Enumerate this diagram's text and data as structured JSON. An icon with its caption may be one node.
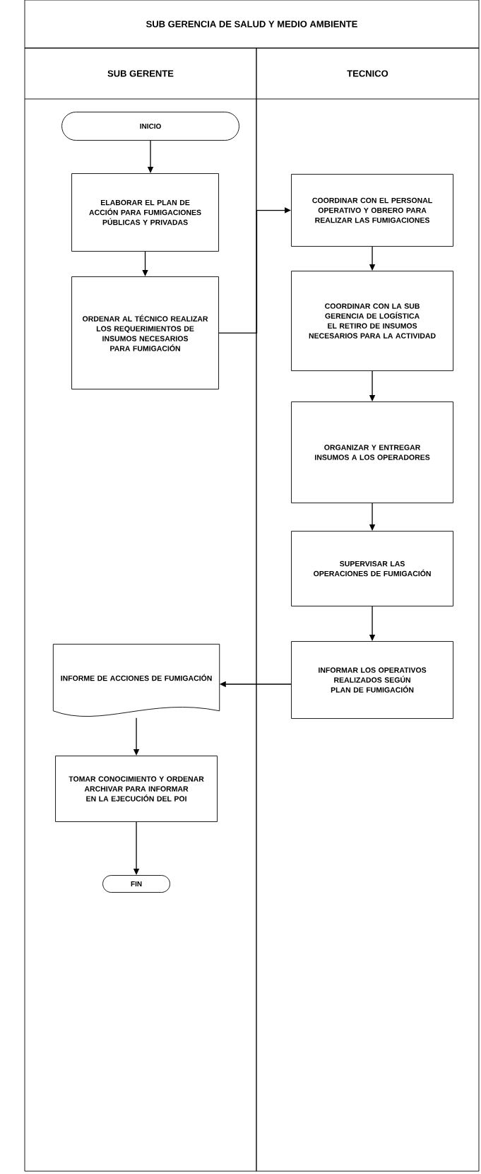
{
  "diagram": {
    "title": "SUB GERENCIA DE SALUD Y MEDIO AMBIENTE",
    "nodes": [
      {
        "text": [
          "SUB GERENTE"
        ]
      },
      {
        "text": [
          "TECNICO"
        ]
      },
      {
        "text": [
          "INICIO"
        ],
        "in": 0
      },
      {
        "text": [
          "ELABORAR EL PLAN DE ACCIÓN PARA FUMIGACIONES PÚBLICAS Y PRIVADAS"
        ],
        "in": 0
      },
      {
        "text": [
          "ORDENAR AL TÉCNICO REALIZAR LOS REQUERIMIENTOS DE INSUMOS NECESARIOS PARA FUMIGACIÓN"
        ],
        "in": 0
      },
      {
        "text": [
          "COORDINAR CON EL PERSONAL OPERATIVO Y OBRERO PARA REALIZAR LAS FUMIGACIONES"
        ],
        "in": 1
      },
      {
        "text": [
          "COORDINAR CON LA SUB GERENCIA DE LOGÍSTICA EL RETIRO DE INSUMOS NECESARIOS PARA LA ACTIVIDAD"
        ],
        "in": 1
      },
      {
        "text": [
          "ORGANIZAR Y ENTREGAR INSUMOS A LOS OPERADORES"
        ],
        "in": 1
      },
      {
        "text": [
          "SUPERVISAR LAS OPERACIONES DE FUMIGACIÓN"
        ],
        "in": 1
      },
      {
        "text": [
          "INFORMAR LOS OPERATIVOS REALIZADOS SEGÚN PLAN DE FUMIGACIÓN"
        ],
        "in": 1
      },
      {
        "text": [
          "INFORME DE ACCIONES DE FUMIGACIÓN"
        ],
        "in": 0
      },
      {
        "text": [
          "TOMAR CONOCIMIENTO Y ORDENAR ARCHIVAR PARA INFORMAR EN LA EJECUCIÓN DEL POI"
        ],
        "in": 0
      },
      {
        "text": [
          "FIN"
        ],
        "in": 0
      }
    ],
    "edges": [
      {
        "from": 2,
        "to": 3,
        "arrow": "to"
      },
      {
        "from": 3,
        "to": 4,
        "arrow": "to"
      },
      {
        "from": 4,
        "to": 5,
        "arrow": "to"
      },
      {
        "from": 5,
        "to": 6,
        "arrow": "to"
      },
      {
        "from": 6,
        "to": 7,
        "arrow": "to"
      },
      {
        "from": 7,
        "to": 8,
        "arrow": "to"
      },
      {
        "from": 8,
        "to": 9,
        "arrow": "to"
      },
      {
        "from": 9,
        "to": 10,
        "arrow": "to"
      },
      {
        "from": 10,
        "to": 11,
        "arrow": "to"
      },
      {
        "from": 11,
        "to": 12,
        "arrow": "to"
      }
    ]
  }
}
